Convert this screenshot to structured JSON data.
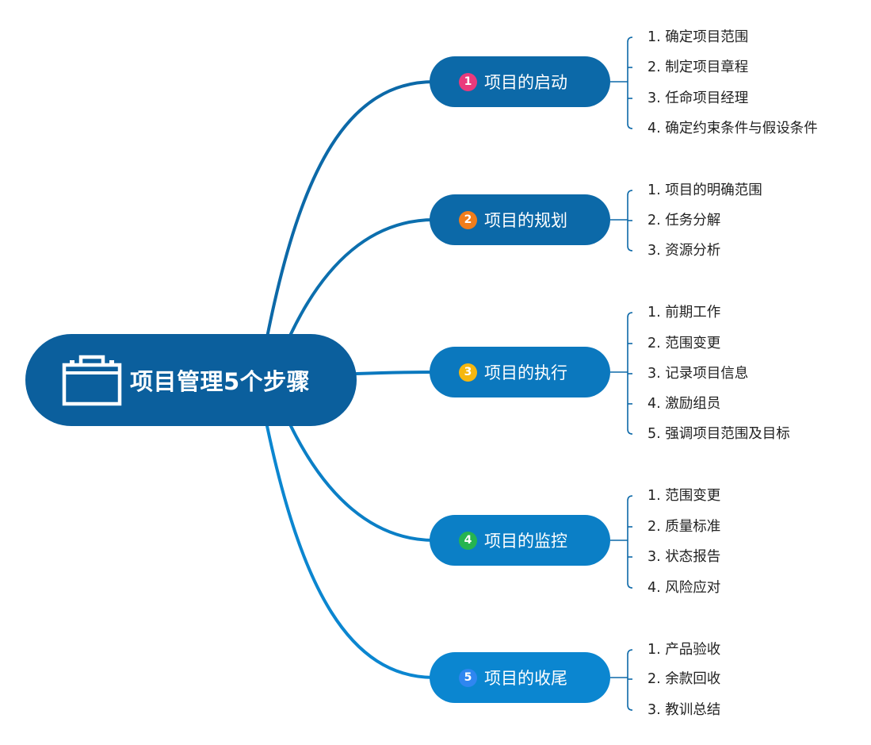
{
  "root": {
    "title": "项目管理5个步骤",
    "icon": "briefcase-icon"
  },
  "branches": [
    {
      "label": "项目的启动",
      "number": "1",
      "badge_color": "#ea3a7c",
      "fill_color": "#0c69a8",
      "items": [
        "1. 确定项目范围",
        "2. 制定项目章程",
        "3. 任命项目经理",
        "4. 确定约束条件与假设条件"
      ]
    },
    {
      "label": "项目的规划",
      "number": "2",
      "badge_color": "#f07d1b",
      "fill_color": "#0c69a8",
      "items": [
        "1. 项目的明确范围",
        "2. 任务分解",
        "3. 资源分析"
      ]
    },
    {
      "label": "项目的执行",
      "number": "3",
      "badge_color": "#f6b70f",
      "fill_color": "#0b78be",
      "items": [
        "1. 前期工作",
        "2. 范围变更",
        "3. 记录项目信息",
        "4. 激励组员",
        "5. 强调项目范围及目标"
      ]
    },
    {
      "label": "项目的监控",
      "number": "4",
      "badge_color": "#26b450",
      "fill_color": "#0b7fc6",
      "items": [
        "1. 范围变更",
        "2. 质量标准",
        "3. 状态报告",
        "4. 风险应对"
      ]
    },
    {
      "label": "项目的收尾",
      "number": "5",
      "badge_color": "#2f86f0",
      "fill_color": "#0b86d0",
      "items": [
        "1. 产品验收",
        "2. 余款回收",
        "3. 教训总结"
      ]
    }
  ]
}
